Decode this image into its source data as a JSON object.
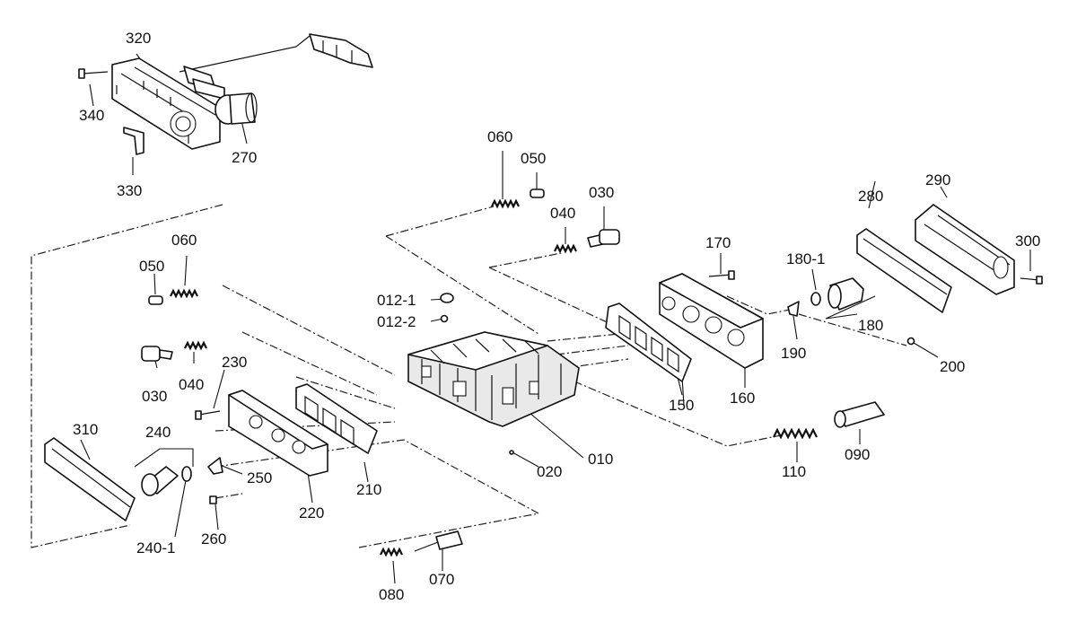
{
  "diagram": {
    "labels": {
      "p010": "010",
      "p012_1": "012-1",
      "p012_2": "012-2",
      "p020": "020",
      "p030a": "030",
      "p030b": "030",
      "p040a": "040",
      "p040b": "040",
      "p050a": "050",
      "p050b": "050",
      "p060a": "060",
      "p060b": "060",
      "p070": "070",
      "p080": "080",
      "p090": "090",
      "p110": "110",
      "p150": "150",
      "p160": "160",
      "p170": "170",
      "p180": "180",
      "p180_1": "180-1",
      "p190": "190",
      "p200": "200",
      "p210": "210",
      "p220": "220",
      "p230": "230",
      "p240": "240",
      "p240_1": "240-1",
      "p250": "250",
      "p260": "260",
      "p270": "270",
      "p280": "280",
      "p290": "290",
      "p300": "300",
      "p310": "310",
      "p320": "320",
      "p330": "330",
      "p340": "340"
    }
  }
}
